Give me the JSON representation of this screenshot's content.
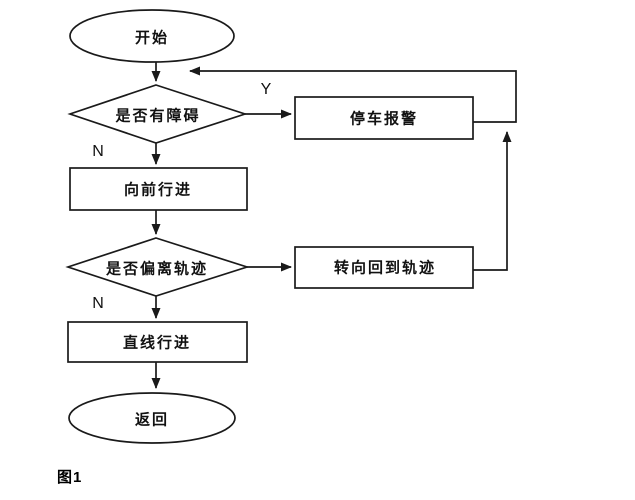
{
  "figure": {
    "caption": "图1",
    "nodes": {
      "start": "开始",
      "obstacle_decision": "是否有障碍",
      "stop_alarm": "停车报警",
      "move_forward": "向前行进",
      "deviation_decision": "是否偏离轨迹",
      "turn_back": "转向回到轨迹",
      "straight": "直线行进",
      "end": "返回"
    },
    "branch_labels": {
      "yes": "Y",
      "no_obstacle": "N",
      "no_deviation": "N"
    },
    "colors": {
      "line": "#1a1a1a",
      "background": "#ffffff",
      "text": "#111111"
    }
  }
}
